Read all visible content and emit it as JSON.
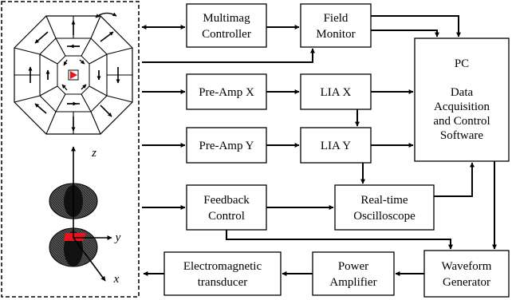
{
  "blocks": {
    "multimag": {
      "lines": [
        "Multimag",
        "Controller"
      ]
    },
    "field_monitor": {
      "lines": [
        "Field",
        "Monitor"
      ]
    },
    "pc": {
      "lines": [
        "PC",
        "",
        "Data",
        "Acquisition",
        "and Control",
        "Software"
      ]
    },
    "preamp_x": {
      "lines": [
        "Pre-Amp X"
      ]
    },
    "lia_x": {
      "lines": [
        "LIA X"
      ]
    },
    "preamp_y": {
      "lines": [
        "Pre-Amp Y"
      ]
    },
    "lia_y": {
      "lines": [
        "LIA Y"
      ]
    },
    "feedback": {
      "lines": [
        "Feedback",
        "Control"
      ]
    },
    "oscilloscope": {
      "lines": [
        "Real-time",
        "Oscilloscope"
      ]
    },
    "waveform": {
      "lines": [
        "Waveform",
        "Generator"
      ]
    },
    "power_amp": {
      "lines": [
        "Power",
        "Amplifier"
      ]
    },
    "transducer": {
      "lines": [
        "Electromagnetic",
        "transducer"
      ]
    }
  },
  "axes": {
    "z": "z",
    "y": "y",
    "x": "x"
  },
  "colors": {
    "line": "#000000",
    "accent": "#e8141c",
    "ball": "#2a2a2a"
  },
  "icons": [
    "octagon-magnet-array-icon",
    "rotation-arrow-icon",
    "magnetized-sphere-icon",
    "coordinate-axes-icon"
  ]
}
